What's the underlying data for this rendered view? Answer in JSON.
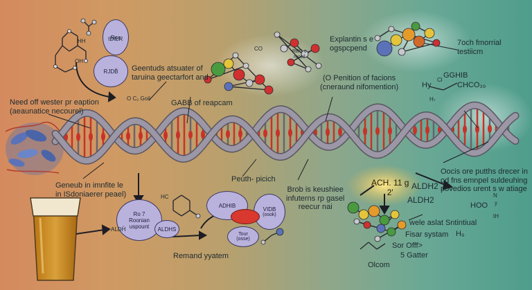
{
  "labels": {
    "rca": "Rca",
    "idier": "IDIER",
    "rjdb": "RJDB̆",
    "hh": "HH",
    "oh": "OH",
    "co": "CO",
    "genetic_title": "Geentuds atsuater of\ntaruina geectarfort and",
    "cz_goil": "O C₂ Goil",
    "need_off": "Need off wester pr eaption\n(aeaunatice necourel)",
    "gabb": "GABB of reapcam",
    "rbc": "RBC o\nrecoil",
    "position": "(O Penition of facions\n(cneraund nifomention)",
    "expression": "Explantin s e\nogspcpend",
    "formal": "7och fmorrial\ntestiicm",
    "gghib": "GGHIB",
    "hy": "Hy",
    "cl": "Cl",
    "chco": "CHCO₃₉",
    "hg1": "H₇",
    "genetic_inf": "Geneub in imnfite le\nin ISdoniaerer peael)",
    "peuth": "Peuth- picich",
    "brob": "Brob is keushiee\ninfuterns rp gasel\nreecur nai",
    "ach": "ACH. 11 g\n2'",
    "aldh2a": "ALDH2",
    "aldh2b": "ALDH2",
    "hoo": "HOO",
    "n": "N",
    "y": "y",
    "th": "tH",
    "occis": "Oocis ore putths drecer in\nod fns emnpel suldeuhing\npovedios urent s w atiage",
    "hc": "HC",
    "ro": "Ro 7\nRoonian\nuspount",
    "aldh_left": "ALDH̆",
    "aldhs": "ALDHS",
    "adhib": "ADHIB",
    "vidb": "VIDB",
    "vidb_sub": "(osok)",
    "tour": "Tour\n(osse)",
    "remand": "Remand yyatem",
    "wele": "wele aslat Sntintiual",
    "fisar": "Fisar systam",
    "sor": "Sor Offf>",
    "gatter": "5 Gatter",
    "olcom": "Olcom",
    "hg2": "H₉"
  },
  "colors": {
    "dna_strand": "#9b97a6",
    "dna_outline": "#5a5560",
    "rung_red": "#c8322a",
    "blob_blue": "#5b72b8",
    "beer": "#c98a1a",
    "bubble": "#b9b2dc",
    "ach_glow": "#f1d35a"
  }
}
